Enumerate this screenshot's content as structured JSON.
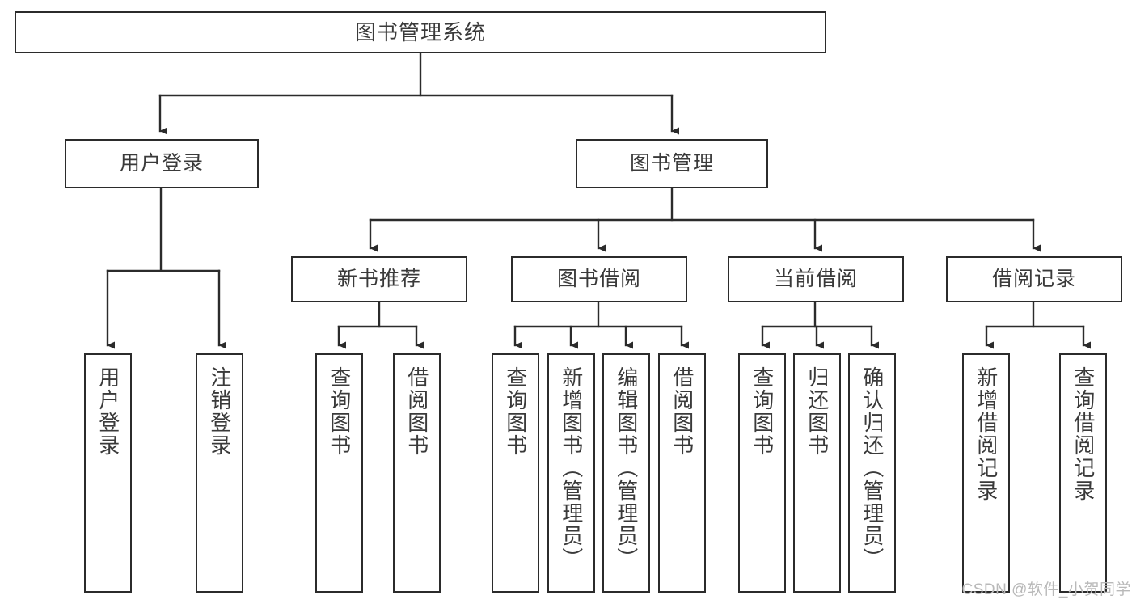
{
  "diagram": {
    "title": "图书管理系统",
    "type": "功能结构图",
    "colors": {
      "box_border": "#2b2b2b",
      "box_fill": "#ffffff",
      "text": "#3a3a3a",
      "connector": "#2b2b2b",
      "watermark": "#b9b9b9",
      "background": "#ffffff"
    },
    "root": {
      "label": "图书管理系统"
    },
    "level1": [
      {
        "label": "用户登录"
      },
      {
        "label": "图书管理"
      }
    ],
    "level2": [
      {
        "label": "新书推荐"
      },
      {
        "label": "图书借阅"
      },
      {
        "label": "当前借阅"
      },
      {
        "label": "借阅记录"
      }
    ],
    "leaves": {
      "user_login": [
        {
          "label": "用户登录"
        },
        {
          "label": "注销登录"
        }
      ],
      "new_book_recommend": [
        {
          "label": "查询图书"
        },
        {
          "label": "借阅图书"
        }
      ],
      "book_borrow": [
        {
          "label": "查询图书"
        },
        {
          "label": "新增图书（管理员）"
        },
        {
          "label": "编辑图书（管理员）"
        },
        {
          "label": "借阅图书"
        }
      ],
      "current_borrow": [
        {
          "label": "查询图书"
        },
        {
          "label": "归还图书"
        },
        {
          "label": "确认归还（管理员）"
        }
      ],
      "borrow_record": [
        {
          "label": "新增借阅记录"
        },
        {
          "label": "查询借阅记录"
        }
      ]
    },
    "watermark": "CSDN @软件_小贺同学"
  }
}
